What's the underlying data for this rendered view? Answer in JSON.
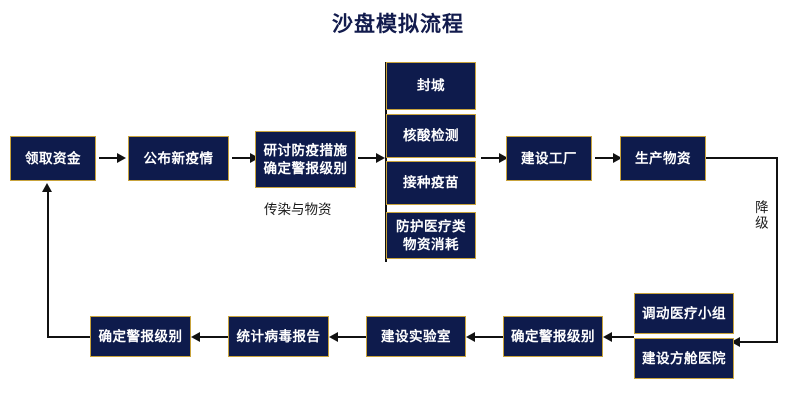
{
  "title": "沙盘模拟流程",
  "colors": {
    "node_fill": "#0e1b4c",
    "node_border": "#c8a33c",
    "node_text": "#ffffff",
    "title_text": "#121b4d",
    "connector": "#111111",
    "background": "#ffffff"
  },
  "nodes": {
    "receive_funds": {
      "label": "领取资金"
    },
    "announce_epidemic": {
      "label": "公布新疫情"
    },
    "discuss_measures": {
      "line1": "研讨防疫措施",
      "line2": "确定警报级别"
    },
    "lockdown": {
      "label": "封城"
    },
    "nucleic_test": {
      "label": "核酸检测"
    },
    "vaccinate": {
      "label": "接种疫苗"
    },
    "medical_supply_use": {
      "line1": "防护医疗类",
      "line2": "物资消耗"
    },
    "build_factory": {
      "label": "建设工厂"
    },
    "produce_supplies": {
      "label": "生产物资"
    },
    "mobilize_medical_team": {
      "label": "调动医疗小组"
    },
    "build_fangcang_hospital": {
      "label": "建设方舱医院"
    },
    "confirm_alert_level_right": {
      "label": "确定警报级别"
    },
    "build_lab": {
      "label": "建设实验室"
    },
    "virus_report": {
      "label": "统计病毒报告"
    },
    "confirm_alert_level_left": {
      "label": "确定警报级别"
    }
  },
  "captions": {
    "transmission_and_supplies": "传染与物资",
    "downgrade": "降级"
  }
}
